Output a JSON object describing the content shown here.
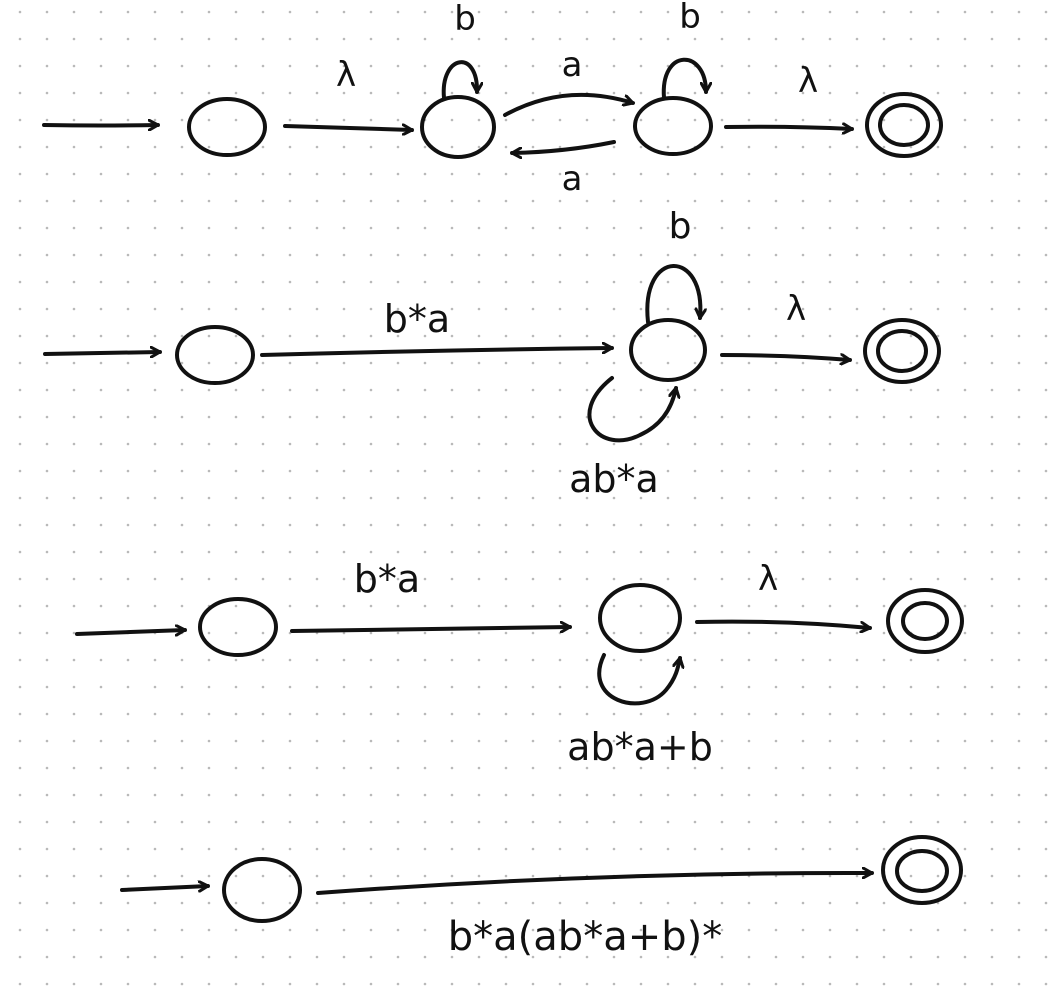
{
  "colors": {
    "ink": "#111111",
    "paper": "#ffffff",
    "grid_dot": "#b9b9b9"
  },
  "diagrams": [
    {
      "labels": {
        "start_to_q1": "λ",
        "loop_q1": "b",
        "q1_to_q2": "a",
        "q2_to_q1": "a",
        "loop_q2": "b",
        "q2_to_final": "λ"
      }
    },
    {
      "labels": {
        "start_to_q": "b*a",
        "loop_top": "b",
        "loop_bottom": "ab*a",
        "q_to_final": "λ"
      }
    },
    {
      "labels": {
        "start_to_q": "b*a",
        "loop_bottom": "ab*a+b",
        "q_to_final": "λ"
      }
    },
    {
      "labels": {
        "start_to_final": "b*a(ab*a+b)*"
      }
    }
  ]
}
